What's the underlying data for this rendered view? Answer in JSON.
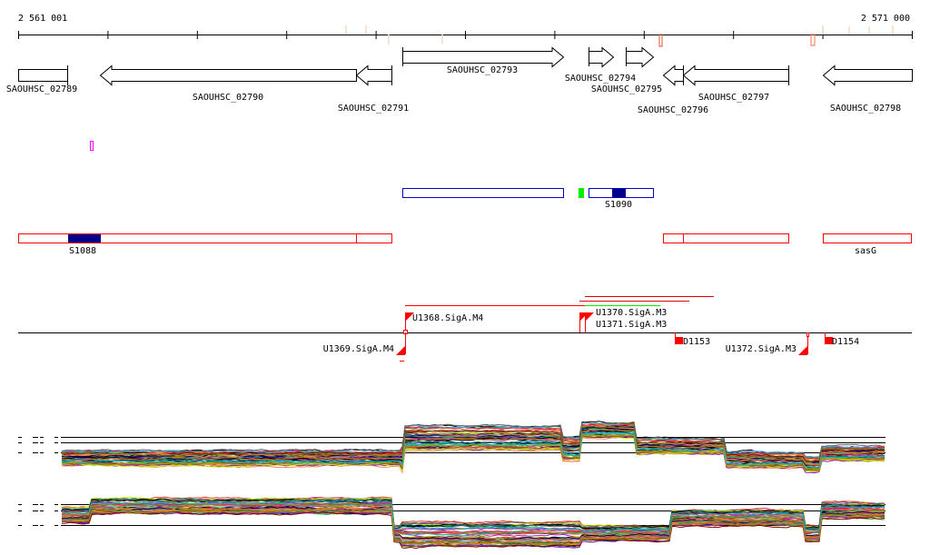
{
  "axis": {
    "start_label": "2 561 001",
    "end_label": "2 571 000"
  },
  "genes": [
    {
      "name": "SAOUHSC_02789"
    },
    {
      "name": "SAOUHSC_02790"
    },
    {
      "name": "SAOUHSC_02791"
    },
    {
      "name": "SAOUHSC_02793"
    },
    {
      "name": "SAOUHSC_02794"
    },
    {
      "name": "SAOUHSC_02795"
    },
    {
      "name": "SAOUHSC_02796"
    },
    {
      "name": "SAOUHSC_02797"
    },
    {
      "name": "SAOUHSC_02798"
    }
  ],
  "segments": {
    "s1090": "S1090",
    "s1088": "S1088",
    "sasg": "sasG"
  },
  "features": {
    "u1368": "U1368.SigA.M4",
    "u1369": "U1369.SigA.M4",
    "u1370": "U1370.SigA.M3",
    "u1371": "U1371.SigA.M3",
    "d1153": "D1153",
    "u1372": "U1372.SigA.M3",
    "d1154": "D1154"
  },
  "colors": {
    "strand_plus": "#0000cc",
    "strand_minus": "#ff0000",
    "highlight": "#000088",
    "green": "#00dd00"
  }
}
